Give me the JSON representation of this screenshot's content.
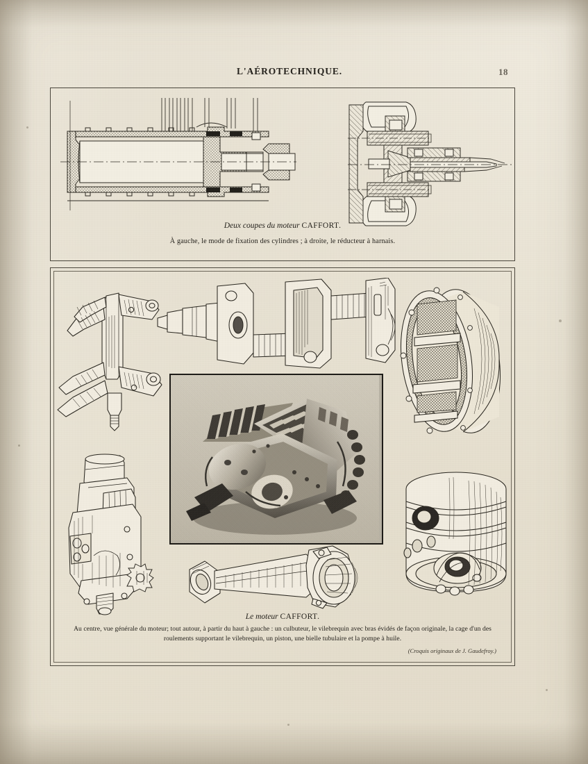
{
  "document": {
    "running_head": "L'AÉROTECHNIQUE.",
    "page_number": "18",
    "language": "fr"
  },
  "plate_top": {
    "caption_title_prefix": "Deux coupes du moteur ",
    "caption_title_name": "CAFFORT",
    "caption_title_suffix": ".",
    "caption_sub": "À gauche, le mode de fixation des cylindres ; à droite, le réducteur à harnais.",
    "figures": [
      {
        "name": "cylinder-fixation-section",
        "label": "coupe du mode de fixation des cylindres"
      },
      {
        "name": "harnais-reducer-section",
        "label": "coupe du réducteur à harnais"
      }
    ]
  },
  "plate_bottom": {
    "caption_title_prefix": "Le moteur ",
    "caption_title_name": "CAFFORT",
    "caption_title_suffix": ".",
    "caption_body_line1": "Au centre, vue générale du moteur; tout autour, à partir du haut à gauche : un culbuteur, le vilebrequin avec bras évidés de façon",
    "caption_body_line2": "originale, la cage d'un des roulements supportant le vilebrequin, un piston, une bielle tubulaire et la pompe à huile.",
    "credit": "(Croquis originaux de J. Gaudefroy.)",
    "figures": [
      {
        "name": "rocker-arm",
        "label": "un culbuteur"
      },
      {
        "name": "crankshaft",
        "label": "le vilebrequin avec bras évidés de façon originale"
      },
      {
        "name": "bearing-cage",
        "label": "la cage d'un des roulements supportant le vilebrequin"
      },
      {
        "name": "engine-photograph",
        "label": "vue générale du moteur"
      },
      {
        "name": "piston",
        "label": "un piston"
      },
      {
        "name": "connecting-rod",
        "label": "une bielle tubulaire"
      },
      {
        "name": "oil-pump",
        "label": "la pompe à huile"
      }
    ]
  },
  "colors": {
    "paper": "#ece7d9",
    "ink": "#23201b",
    "rule": "#4a463c"
  }
}
